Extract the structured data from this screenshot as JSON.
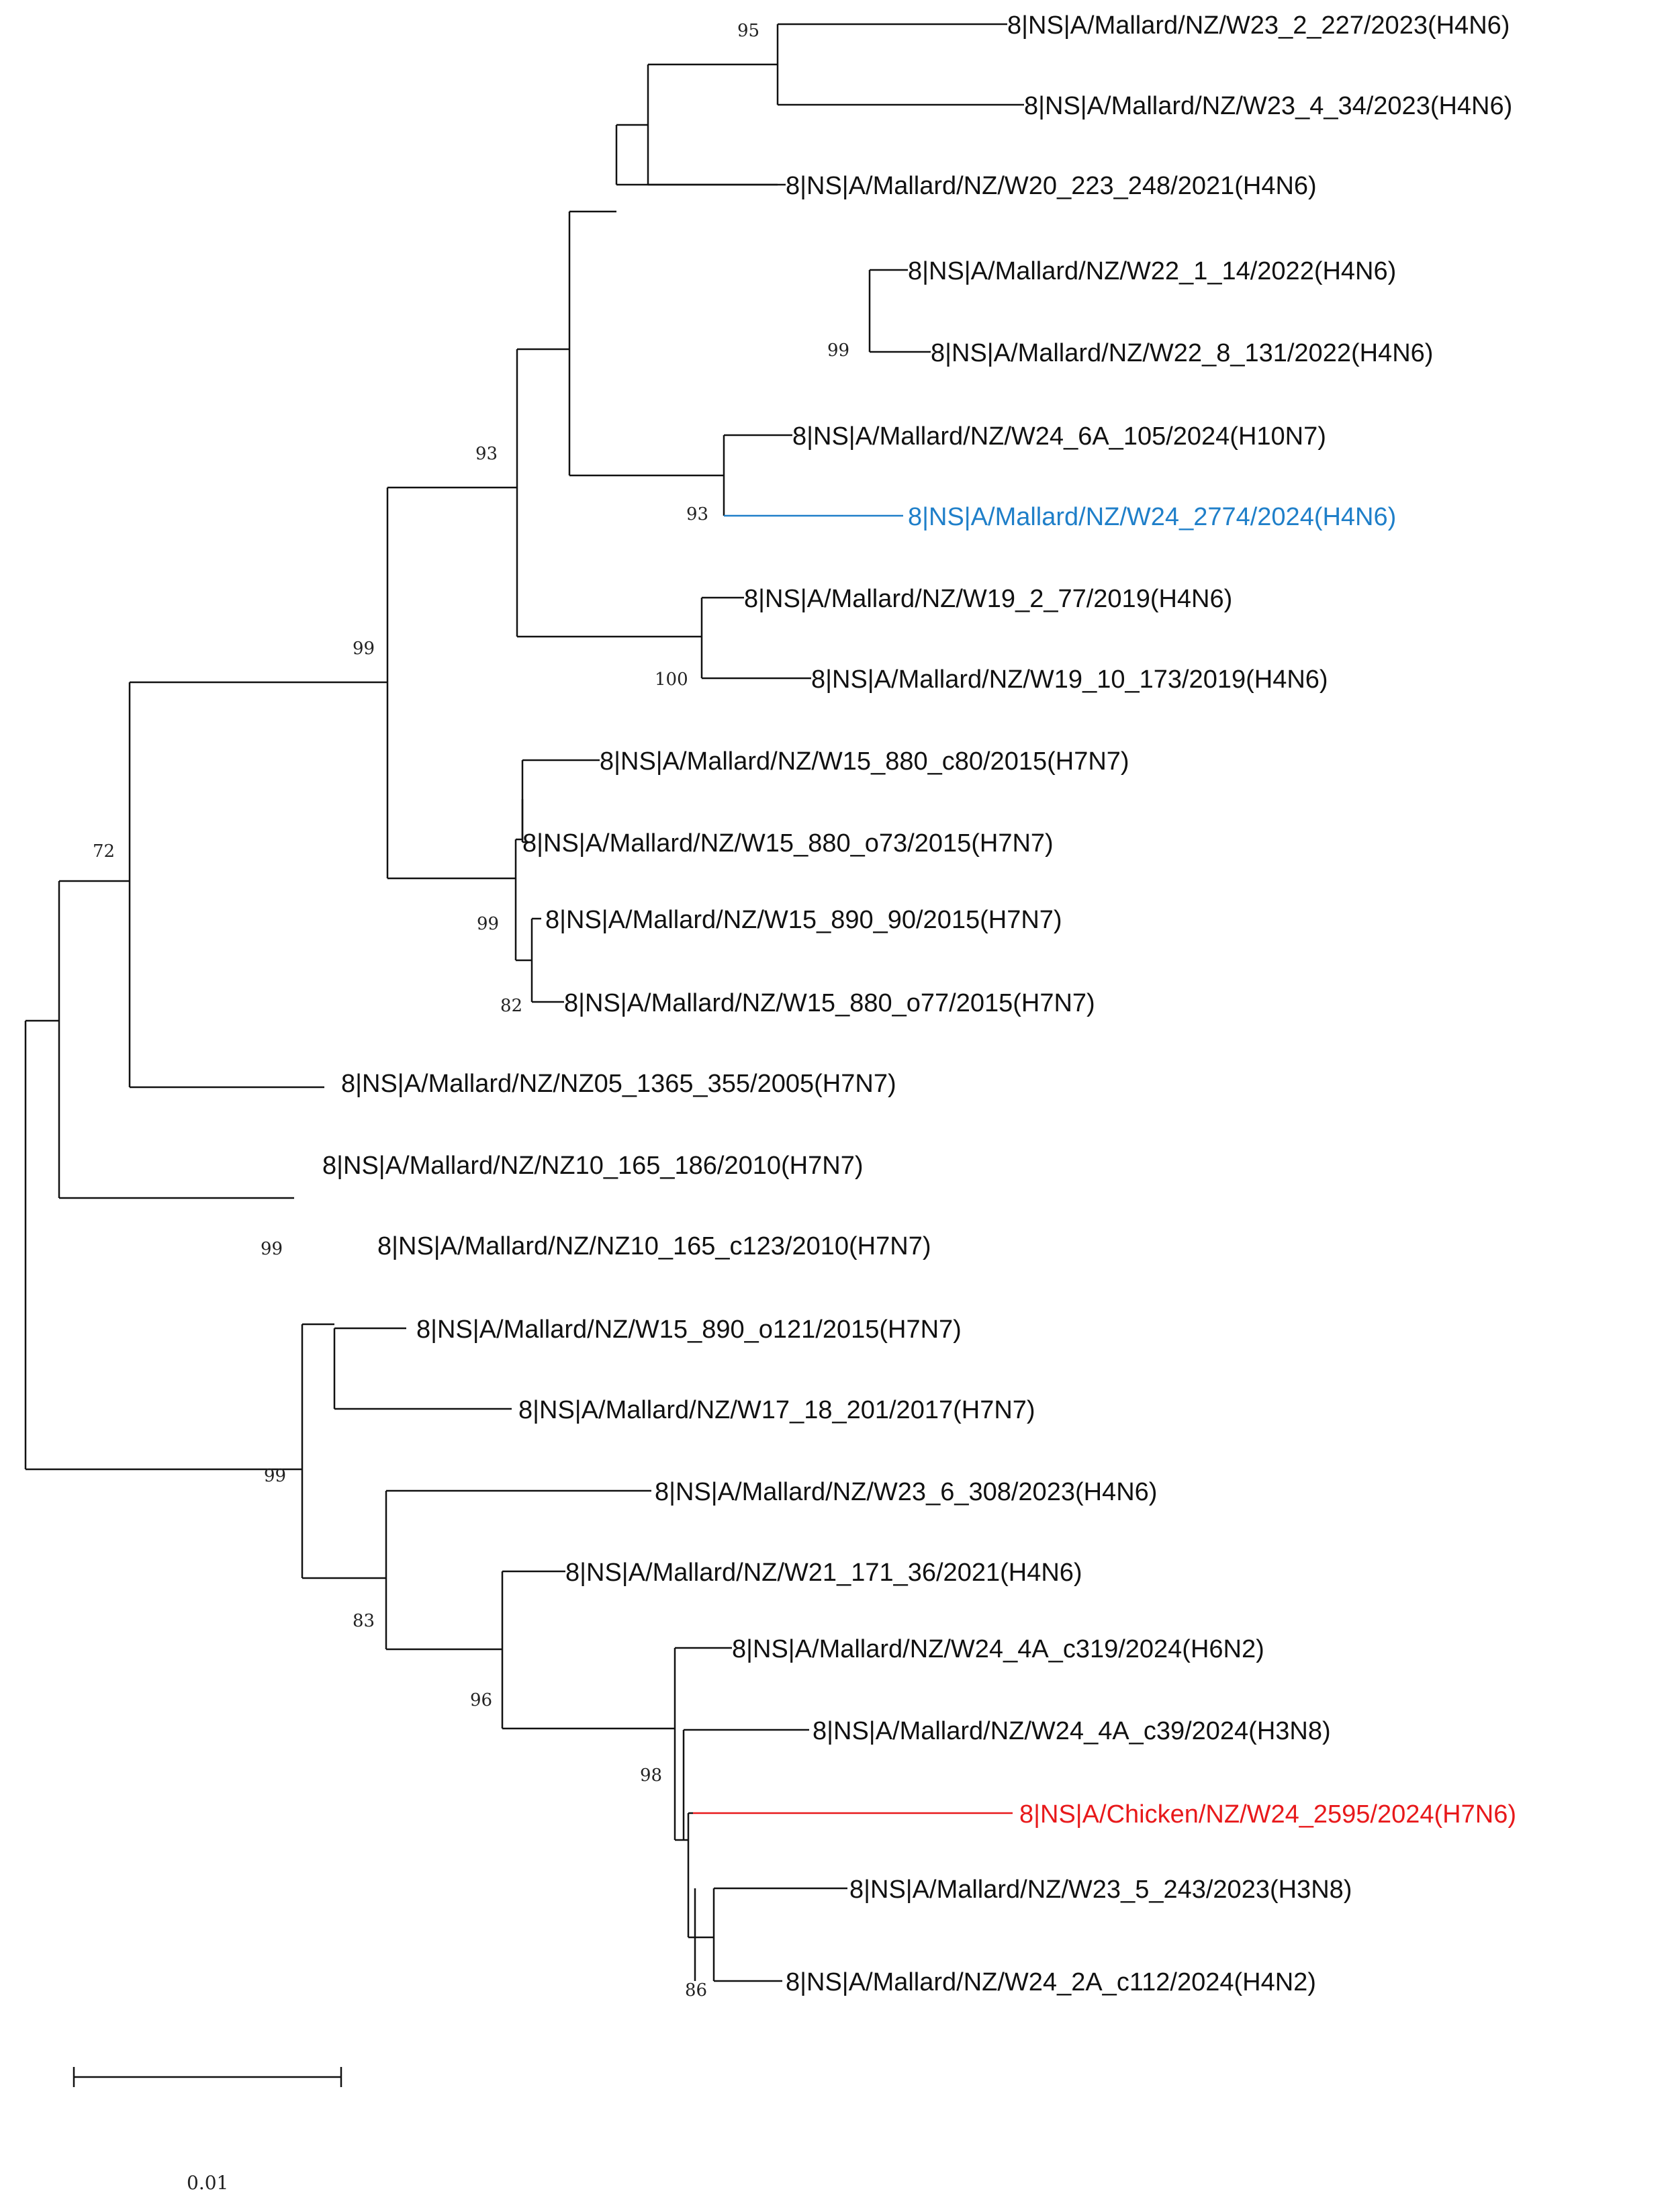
{
  "colors": {
    "default": "#111111",
    "highlight_blue": "#1f7fc9",
    "highlight_red": "#e8191b"
  },
  "taxa": [
    {
      "id": "t1",
      "label": "8|NS|A/Mallard/NZ/W23_2_227/2023(H4N6)",
      "color": "#111111"
    },
    {
      "id": "t2",
      "label": "8|NS|A/Mallard/NZ/W23_4_34/2023(H4N6)",
      "color": "#111111"
    },
    {
      "id": "t3",
      "label": "8|NS|A/Mallard/NZ/W20_223_248/2021(H4N6)",
      "color": "#111111"
    },
    {
      "id": "t4",
      "label": "8|NS|A/Mallard/NZ/W22_1_14/2022(H4N6)",
      "color": "#111111"
    },
    {
      "id": "t5",
      "label": "8|NS|A/Mallard/NZ/W22_8_131/2022(H4N6)",
      "color": "#111111"
    },
    {
      "id": "t6",
      "label": "8|NS|A/Mallard/NZ/W24_6A_105/2024(H10N7)",
      "color": "#111111"
    },
    {
      "id": "t7",
      "label": "8|NS|A/Mallard/NZ/W24_2774/2024(H4N6)",
      "color": "#1f7fc9"
    },
    {
      "id": "t8",
      "label": "8|NS|A/Mallard/NZ/W19_2_77/2019(H4N6)",
      "color": "#111111"
    },
    {
      "id": "t9",
      "label": "8|NS|A/Mallard/NZ/W19_10_173/2019(H4N6)",
      "color": "#111111"
    },
    {
      "id": "t10",
      "label": "8|NS|A/Mallard/NZ/W15_880_c80/2015(H7N7)",
      "color": "#111111"
    },
    {
      "id": "t11",
      "label": "8|NS|A/Mallard/NZ/W15_880_o73/2015(H7N7)",
      "color": "#111111"
    },
    {
      "id": "t12",
      "label": "8|NS|A/Mallard/NZ/W15_890_90/2015(H7N7)",
      "color": "#111111"
    },
    {
      "id": "t13",
      "label": "8|NS|A/Mallard/NZ/W15_880_o77/2015(H7N7)",
      "color": "#111111"
    },
    {
      "id": "t14",
      "label": "8|NS|A/Mallard/NZ/NZ05_1365_355/2005(H7N7)",
      "color": "#111111"
    },
    {
      "id": "t15",
      "label": "8|NS|A/Mallard/NZ/NZ10_165_186/2010(H7N7)",
      "color": "#111111"
    },
    {
      "id": "t16",
      "label": "8|NS|A/Mallard/NZ/NZ10_165_c123/2010(H7N7)",
      "color": "#111111"
    },
    {
      "id": "t17",
      "label": "8|NS|A/Mallard/NZ/W15_890_o121/2015(H7N7)",
      "color": "#111111"
    },
    {
      "id": "t18",
      "label": "8|NS|A/Mallard/NZ/W17_18_201/2017(H7N7)",
      "color": "#111111"
    },
    {
      "id": "t19",
      "label": "8|NS|A/Mallard/NZ/W23_6_308/2023(H4N6)",
      "color": "#111111"
    },
    {
      "id": "t20",
      "label": "8|NS|A/Mallard/NZ/W21_171_36/2021(H4N6)",
      "color": "#111111"
    },
    {
      "id": "t21",
      "label": "8|NS|A/Mallard/NZ/W24_4A_c319/2024(H6N2)",
      "color": "#111111"
    },
    {
      "id": "t22",
      "label": "8|NS|A/Mallard/NZ/W24_4A_c39/2024(H3N8)",
      "color": "#111111"
    },
    {
      "id": "t23",
      "label": "8|NS|A/Chicken/NZ/W24_2595/2024(H7N6)",
      "color": "#e8191b"
    },
    {
      "id": "t24",
      "label": "8|NS|A/Mallard/NZ/W23_5_243/2023(H3N8)",
      "color": "#111111"
    },
    {
      "id": "t25",
      "label": "8|NS|A/Mallard/NZ/W24_2A_c112/2024(H4N2)",
      "color": "#111111"
    }
  ],
  "support_values": [
    {
      "id": "s95",
      "value": "95"
    },
    {
      "id": "s99a",
      "value": "99"
    },
    {
      "id": "s93a",
      "value": "93"
    },
    {
      "id": "s93b",
      "value": "93"
    },
    {
      "id": "s100",
      "value": "100"
    },
    {
      "id": "s99b",
      "value": "99"
    },
    {
      "id": "s72",
      "value": "72"
    },
    {
      "id": "s99c",
      "value": "99"
    },
    {
      "id": "s82",
      "value": "82"
    },
    {
      "id": "s99d",
      "value": "99"
    },
    {
      "id": "s99e",
      "value": "99"
    },
    {
      "id": "s83",
      "value": "83"
    },
    {
      "id": "s96",
      "value": "96"
    },
    {
      "id": "s98",
      "value": "98"
    },
    {
      "id": "s86",
      "value": "86"
    }
  ],
  "scale_bar": {
    "label": "0.01"
  }
}
